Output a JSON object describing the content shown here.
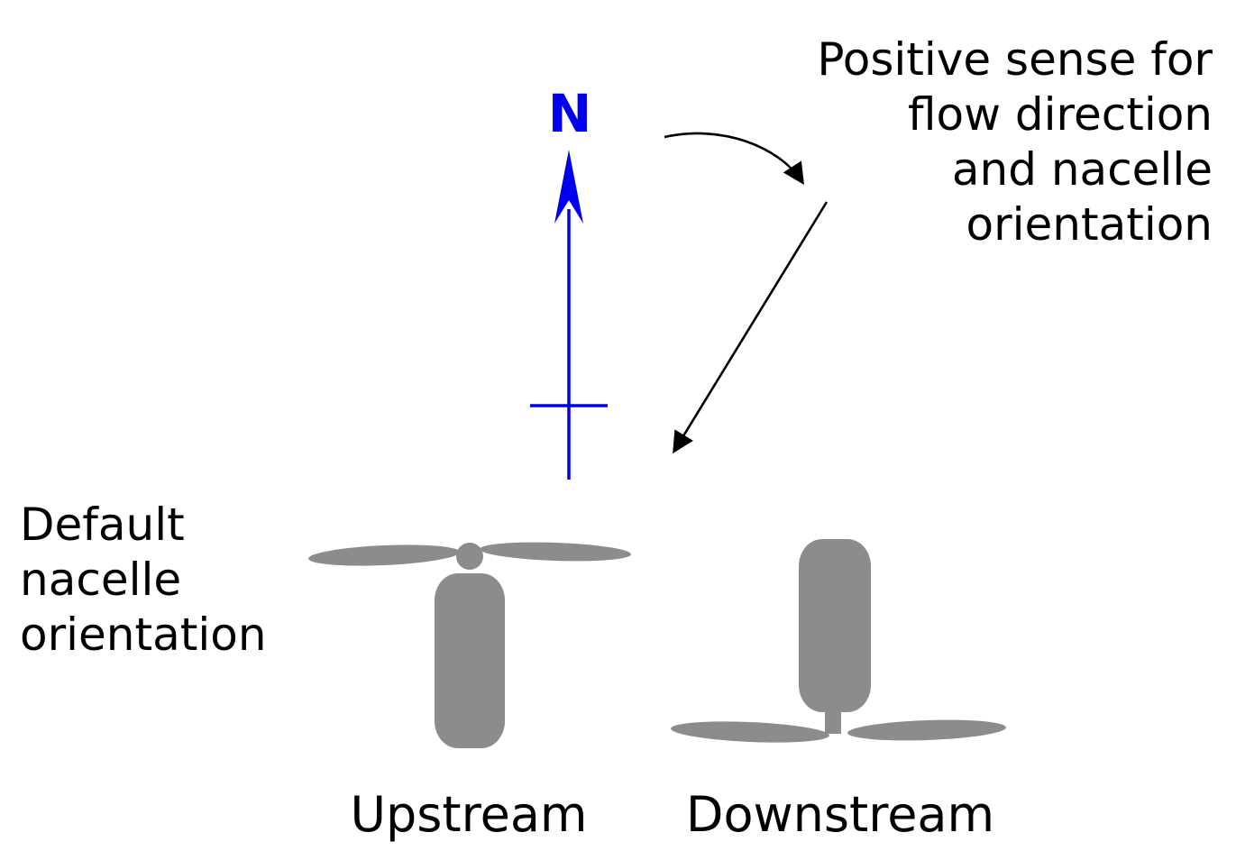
{
  "diagram": {
    "north_label": "N",
    "positive_sense_label": "Positive sense for\nflow direction\nand nacelle\norientation",
    "default_nacelle_label": "Default\nnacelle\norientation",
    "upstream_label": "Upstream",
    "downstream_label": "Downstream",
    "colors": {
      "north_arrow": "#0000ee",
      "turbine": "#8c8c8c",
      "line": "#000000",
      "text": "#000000",
      "background": "#ffffff"
    }
  }
}
